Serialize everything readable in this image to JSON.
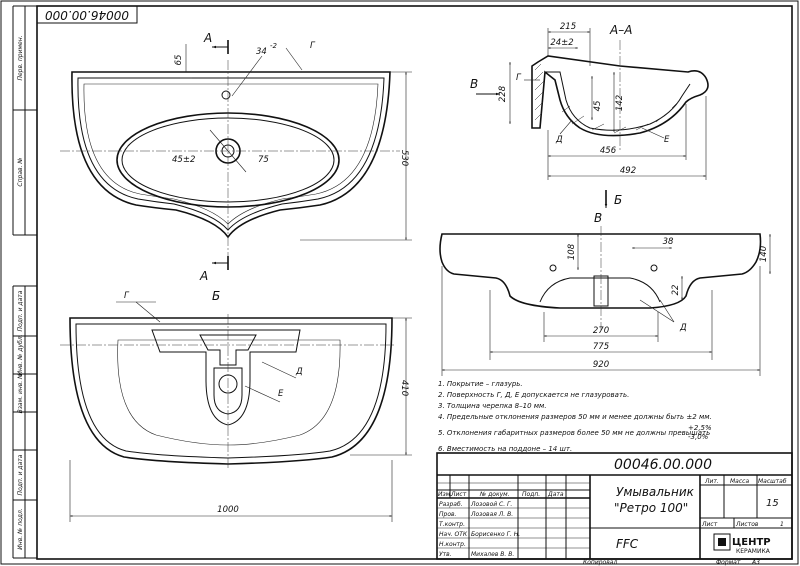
{
  "doc_code": "00046.00.000",
  "doc_code_stamp": "00046.00.000",
  "section_labels": {
    "a": "А",
    "b": "Б",
    "v": "В",
    "aa": "А–А",
    "g": "Г",
    "d": "Д",
    "e": "Е"
  },
  "top_view_dims": {
    "d65": "65",
    "d34": "34",
    "d34_sup": "-2",
    "d45": "45±2",
    "d75": "75",
    "d530": "530"
  },
  "bottom_view_dims": {
    "d410": "410",
    "d1000": "1000"
  },
  "section_dims": {
    "d215": "215",
    "d24": "24±2",
    "d228": "228",
    "d45": "45",
    "d142": "142",
    "d456": "456",
    "d492": "492"
  },
  "view_v_dims": {
    "d108": "108",
    "d38": "38",
    "d22": "22",
    "d140": "140",
    "d270": "270",
    "d775": "775",
    "d920": "920"
  },
  "notes": [
    "1. Покрытие – глазурь.",
    "2. Поверхность Г, Д, Е допускается не глазуровать.",
    "3. Толщина черепка 8–10 мм.",
    "4. Предельные отклонения размеров 50 мм и менее должны быть ±2 мм.",
    "5. Отклонения габаритных размеров более 50 мм не должны превышать",
    "6. Вместимость на поддоне – 14 шт."
  ],
  "note5_tol_plus": "+2,5%",
  "note5_tol_minus": "-3,0%",
  "title_block": {
    "product_name": "Умывальник",
    "product_model": "\"Ретро 100\"",
    "material": "FFC",
    "col_headers": [
      "Изм.",
      "Лист",
      "№ докум.",
      "Подп.",
      "Дата"
    ],
    "roles": [
      "Разраб.",
      "Пров.",
      "Т.контр.",
      "Нач. ОТК",
      "Н.контр.",
      "Утв."
    ],
    "names": [
      "Лозовой С. Г.",
      "Лозовая Л. В.",
      "Борисенко Г. Н.",
      "Михалев В. В."
    ],
    "lit_label": "Лит.",
    "mass_label": "Масса",
    "scale_label": "Масштаб",
    "scale_value": "15",
    "sheet_label": "Лист",
    "sheets_label": "Листов",
    "sheets_value": "1",
    "company_name": "ЦЕНТР",
    "company_sub": "КЕРАМИКА",
    "copied_label": "Копировал",
    "format_label": "Формат",
    "format_value": "А3"
  },
  "side_stamps": [
    "Перв. примен.",
    "Справ. №",
    "Подп. и дата",
    "Инв. № дубл.",
    "Взам. инв. №",
    "Подп. и дата",
    "Инв. № подл."
  ]
}
